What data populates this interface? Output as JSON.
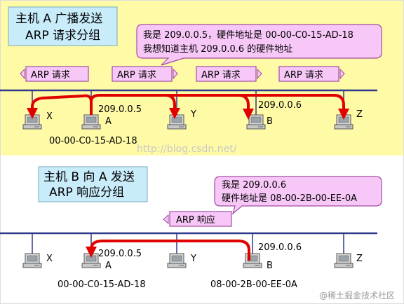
{
  "colors": {
    "top_bg": "#fffaa6",
    "bottom_bg": "#ffffff",
    "title_box": "#c9ecfa",
    "callout": "#f7c8f7",
    "callout_border": "#a34ca3",
    "bus": "#303a8a",
    "arrow": "#e00000",
    "packet_fill": "#f7c8f7",
    "packet_border": "#a34ca3"
  },
  "top": {
    "title_line1": "主机 A 广播发送",
    "title_line2": "ARP 请求分组",
    "callout_line1": "我是 209.0.0.5，硬件地址是 00-00-C0-15-AD-18",
    "callout_line2": "我想知道主机 209.0.0.6 的硬件地址",
    "packet_label": "ARP 请求",
    "hosts": [
      {
        "name": "X",
        "ip": "",
        "mac": ""
      },
      {
        "name": "A",
        "ip": "209.0.0.5",
        "mac": "00-00-C0-15-AD-18"
      },
      {
        "name": "Y",
        "ip": "",
        "mac": ""
      },
      {
        "name": "B",
        "ip": "209.0.0.6",
        "mac": ""
      },
      {
        "name": "Z",
        "ip": "",
        "mac": ""
      }
    ]
  },
  "bottom": {
    "title_line1": "主机 B 向 A 发送",
    "title_line2": "ARP 响应分组",
    "callout_line1": "我是 209.0.0.6",
    "callout_line2": "硬件地址是 08-00-2B-00-EE-0A",
    "packet_label": "ARP 响应",
    "hosts": [
      {
        "name": "X",
        "ip": "",
        "mac": ""
      },
      {
        "name": "A",
        "ip": "209.0.0.5",
        "mac": "00-00-C0-15-AD-18"
      },
      {
        "name": "Y",
        "ip": "",
        "mac": ""
      },
      {
        "name": "B",
        "ip": "209.0.0.6",
        "mac": "08-00-2B-00-EE-0A"
      },
      {
        "name": "Z",
        "ip": "",
        "mac": ""
      }
    ]
  },
  "watermark_center": "http://blog.csdn.net/",
  "watermark_corner": "@稀土掘金技术社区"
}
